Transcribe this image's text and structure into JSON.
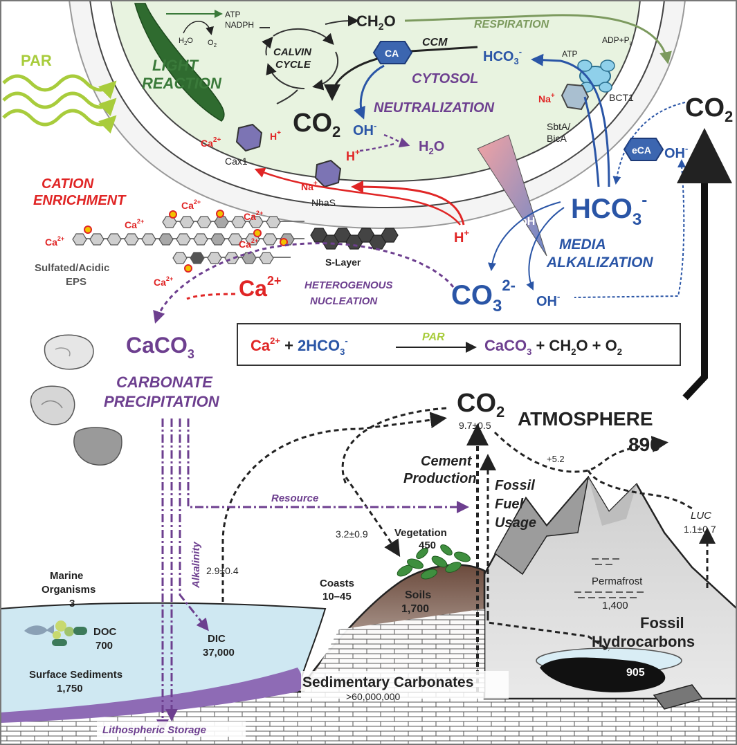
{
  "colors": {
    "green": "#3a7a3a",
    "light_green": "#a8cc3c",
    "blue": "#2a55a6",
    "purple": "#6d3f8f",
    "red": "#e02525",
    "dark": "#222222",
    "sea": "#cfe8f2",
    "soil": "#7a5a4a",
    "cell": "#e8f3e0"
  },
  "cell": {
    "par": "PAR",
    "light_reaction": [
      "LIGHT",
      "REACTION"
    ],
    "atp": "ATP",
    "nadph": "NADPH",
    "h2o": "H",
    "h2o_sub": "2",
    "h2o_o": "O",
    "o2": "O",
    "o2_sub": "2",
    "calvin": [
      "CALVIN",
      "CYCLE"
    ],
    "ch2o": "CH",
    "ch2o_sub": "2",
    "ch2o_o": "O",
    "respiration": "RESPIRATION",
    "ccm": "CCM",
    "ca": "CA",
    "hco3": "HCO",
    "hco3_sub": "3",
    "hco3_sup": "-",
    "adp_pi": "ADP+P",
    "pi_sub": "i",
    "atp2": "ATP",
    "bct1": "BCT1",
    "na": "Na",
    "na_sup": "+",
    "sbta": [
      "SbtA/",
      "BicA"
    ],
    "cytosol": [
      "CYTOSOL",
      "NEUTRALIZATION"
    ],
    "co2": "CO",
    "co2_sub": "2",
    "oh": "OH",
    "oh_sup": "-",
    "h": "H",
    "h_sup": "+",
    "h2o_product": "H",
    "h2o_product_sub": "2",
    "h2o_product_o": "O",
    "ca2": "Ca",
    "ca2_sup": "2+",
    "cax1": "Cax1",
    "nhas": "NhaS",
    "eca": "eCA",
    "co2_right": "CO",
    "co2_right_sub": "2",
    "oh_right": "OH",
    "oh_right_sup": "-"
  },
  "outside": {
    "cation": [
      "CATION",
      "ENRICHMENT"
    ],
    "eps": [
      "Sulfated/Acidic",
      "EPS"
    ],
    "s_layer": "S-Layer",
    "ca_big": "Ca",
    "ca_big_sup": "2+",
    "heterogenous": [
      "HETEROGENOUS",
      "NUCLEATION"
    ],
    "hco3_big": "HCO",
    "hco3_big_sub": "3",
    "hco3_big_sup": "-",
    "ph": "pH",
    "media": [
      "MEDIA",
      "ALKALIZATION"
    ],
    "co3": "CO",
    "co3_sub": "3",
    "co3_sup": "2-",
    "oh_low": "OH",
    "oh_low_sup": "-",
    "caco3": "CaCO",
    "caco3_sub": "3",
    "carbonate": [
      "CARBONATE",
      "PRECIPITATION"
    ]
  },
  "equation": {
    "ca": "Ca",
    "ca_sup": "2+",
    "plus1": " + ",
    "hco3": "2HCO",
    "hco3_sub": "3",
    "hco3_sup": "-",
    "par": "PAR",
    "caco3": "CaCO",
    "caco3_sub": "3",
    "rest": " + CH",
    "rest_sub": "2",
    "rest2": "O + O",
    "rest2_sub": "2"
  },
  "carbon_cycle": {
    "co2": "CO",
    "co2_sub": "2",
    "co2_flux": "9.7±0.5",
    "atmosphere": "ATMOSPHERE",
    "atmosphere_value": "890",
    "plus": "+5.2",
    "cement": [
      "Cement",
      "Production"
    ],
    "fossil_fuel": [
      "Fossil",
      "Fuel",
      "Usage"
    ],
    "resource": "Resource",
    "alkalinity": "Alkalinity",
    "luc": "LUC",
    "luc_value": "1.1±0.7",
    "veg_flux": "3.2±0.9",
    "vegetation": "Vegetation",
    "vegetation_value": "450",
    "ocean_flux": "2.9±0.4",
    "coasts": "Coasts",
    "coasts_value": "10–45",
    "soils": "Soils",
    "soils_value": "1,700",
    "permafrost": "Permafrost",
    "permafrost_value": "1,400",
    "fossil_hc": [
      "Fossil",
      "Hydrocarbons"
    ],
    "fossil_hc_value": "905",
    "marine": [
      "Marine",
      "Organisms"
    ],
    "marine_value": "3",
    "doc": "DOC",
    "doc_value": "700",
    "dic": "DIC",
    "dic_value": "37,000",
    "surface": "Surface Sediments",
    "surface_value": "1,750",
    "sed_carb": "Sedimentary Carbonates",
    "sed_carb_value": ">60,000,000",
    "litho": "Lithospheric Storage"
  }
}
